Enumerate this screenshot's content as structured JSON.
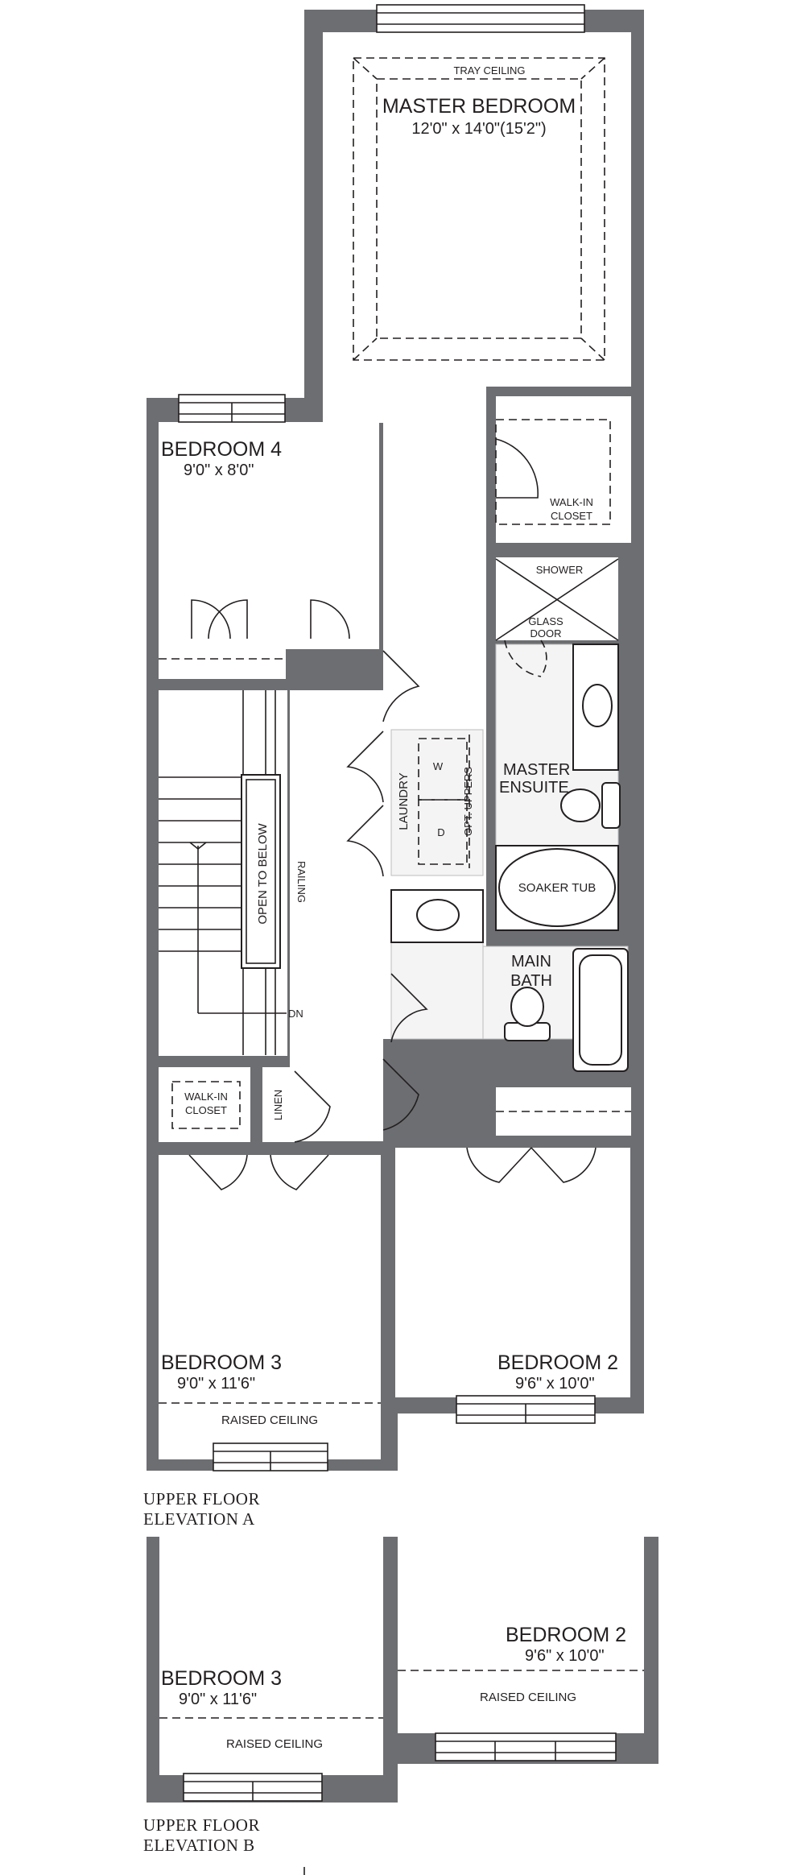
{
  "elevation_a": {
    "title_line1": "UPPER  FLOOR",
    "title_line2": "ELEVATION A",
    "master_bedroom": {
      "name": "MASTER BEDROOM",
      "dims": "12'0\" x 14'0\"(15'2\")",
      "ceiling": "TRAY CEILING"
    },
    "bedroom4": {
      "name": "BEDROOM 4",
      "dims": "9'0\" x 8'0\""
    },
    "walk_in_closet_master": "WALK-IN\nCLOSET",
    "shower": "SHOWER",
    "glass_door": "GLASS\nDOOR",
    "master_ensuite": "MASTER\nENSUITE",
    "soaker_tub": "SOAKER TUB",
    "laundry": "LAUNDRY",
    "washer": "W",
    "dryer": "D",
    "opt_uppers": "OPT. UPPERS",
    "open_to_below": "OPEN TO BELOW",
    "railing": "RAILING",
    "stair_dn": "DN",
    "main_bath": "MAIN\nBATH",
    "walk_in_closet_bed3": "WALK-IN\nCLOSET",
    "linen": "LINEN",
    "bedroom3": {
      "name": "BEDROOM 3",
      "dims": "9'0\" x 11'6\"",
      "ceiling": "RAISED CEILING"
    },
    "bedroom2": {
      "name": "BEDROOM 2",
      "dims": "9'6\" x 10'0\""
    }
  },
  "elevation_b": {
    "title_line1": "UPPER FLOOR",
    "title_line2": "ELEVATION B",
    "bedroom3": {
      "name": "BEDROOM 3",
      "dims": "9'0\" x 11'6\"",
      "ceiling": "RAISED CEILING"
    },
    "bedroom2": {
      "name": "BEDROOM 2",
      "dims": "9'6\" x 10'0\"",
      "ceiling": "RAISED CEILING"
    }
  }
}
